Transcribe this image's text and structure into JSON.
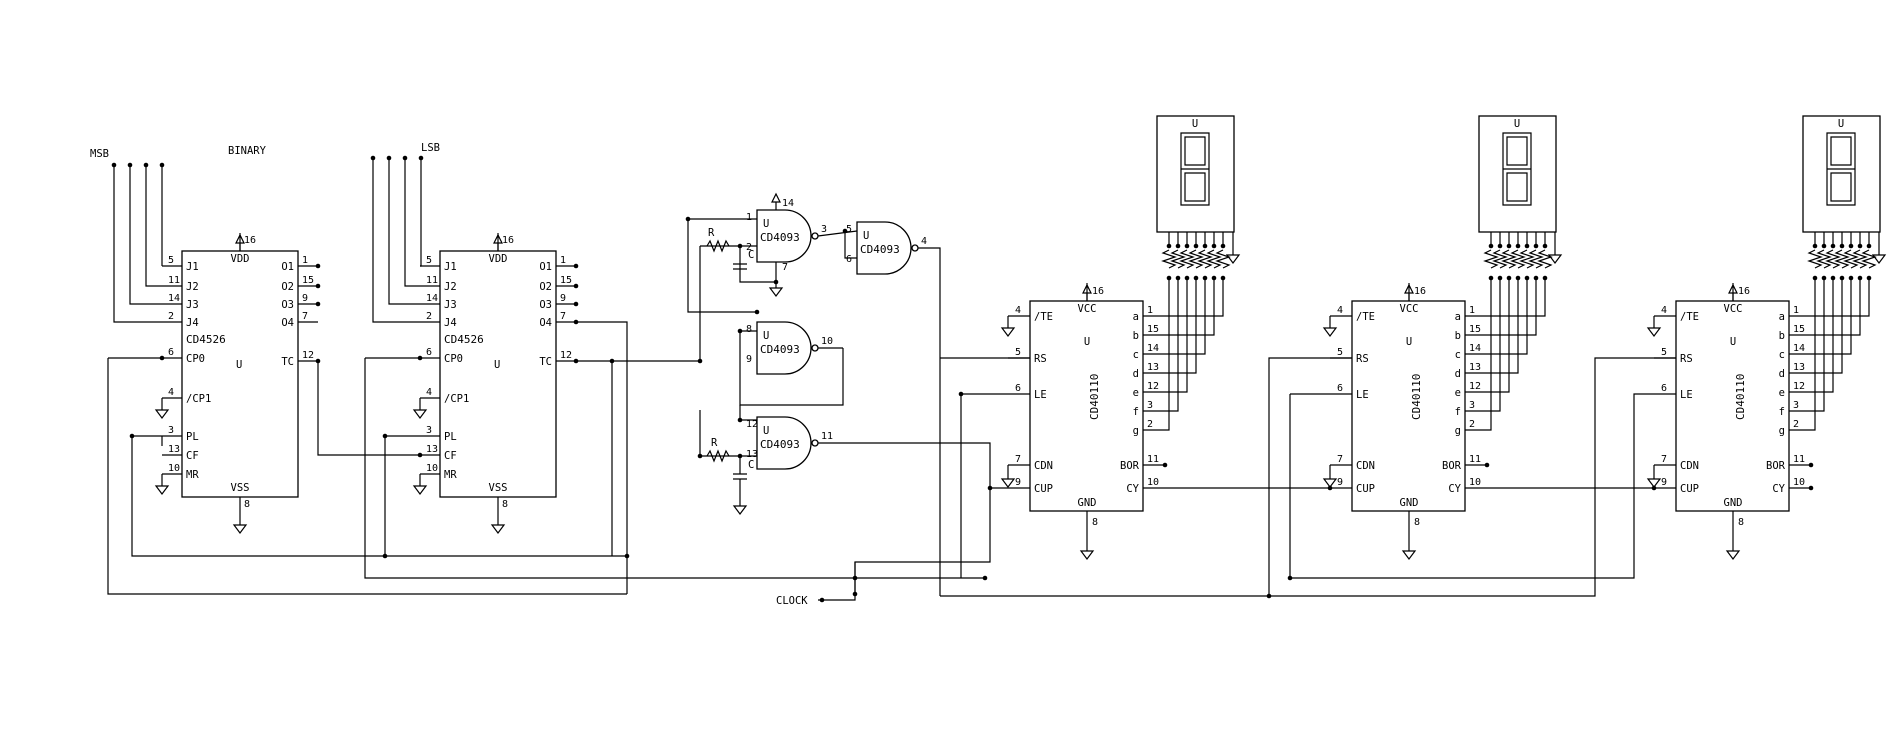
{
  "labels": {
    "msb": "MSB",
    "lsb": "LSB",
    "binary": "BINARY",
    "clock": "CLOCK"
  },
  "cd4526": {
    "name": "CD4526",
    "unit": "U",
    "pins": {
      "vdd": "VDD",
      "vss": "VSS",
      "j1": "J1",
      "j2": "J2",
      "j3": "J3",
      "j4": "J4",
      "cp0": "CP0",
      "cp1": "/CP1",
      "pl": "PL",
      "cf": "CF",
      "mr": "MR",
      "o1": "O1",
      "o2": "O2",
      "o3": "O3",
      "o4": "O4",
      "tc": "TC"
    },
    "nums": {
      "vdd": "16",
      "vss": "8",
      "j1": "5",
      "j2": "11",
      "j3": "14",
      "j4": "2",
      "cp0": "6",
      "cp1": "4",
      "pl": "3",
      "cf": "13",
      "mr": "10",
      "o1": "1",
      "o2": "15",
      "o3": "9",
      "o4": "7",
      "tc": "12"
    }
  },
  "cd4093": {
    "name": "CD4093",
    "unit": "U",
    "r": "R",
    "c": "C",
    "gate1": {
      "in1": "1",
      "in2": "2",
      "out": "3",
      "vdd": "14",
      "vss": "7"
    },
    "gate2": {
      "in1": "5",
      "in2": "6",
      "out": "4"
    },
    "gate3": {
      "in1": "8",
      "in2": "9",
      "out": "10"
    },
    "gate4": {
      "in1": "12",
      "in2": "13",
      "out": "11"
    }
  },
  "cd40110": {
    "name": "CD40110",
    "unit": "U",
    "pins": {
      "vcc": "VCC",
      "gnd": "GND",
      "te": "/TE",
      "rs": "RS",
      "le": "LE",
      "cdn": "CDN",
      "cup": "CUP",
      "bor": "BOR",
      "cy": "CY",
      "a": "a",
      "b": "b",
      "c": "c",
      "d": "d",
      "e": "e",
      "f": "f",
      "g": "g"
    },
    "nums": {
      "vcc": "16",
      "gnd": "8",
      "te": "4",
      "rs": "5",
      "le": "6",
      "cdn": "7",
      "cup": "9",
      "bor": "11",
      "cy": "10",
      "a": "1",
      "b": "15",
      "c": "14",
      "d": "13",
      "e": "12",
      "f": "3",
      "g": "2"
    }
  },
  "display": {
    "unit": "U"
  }
}
